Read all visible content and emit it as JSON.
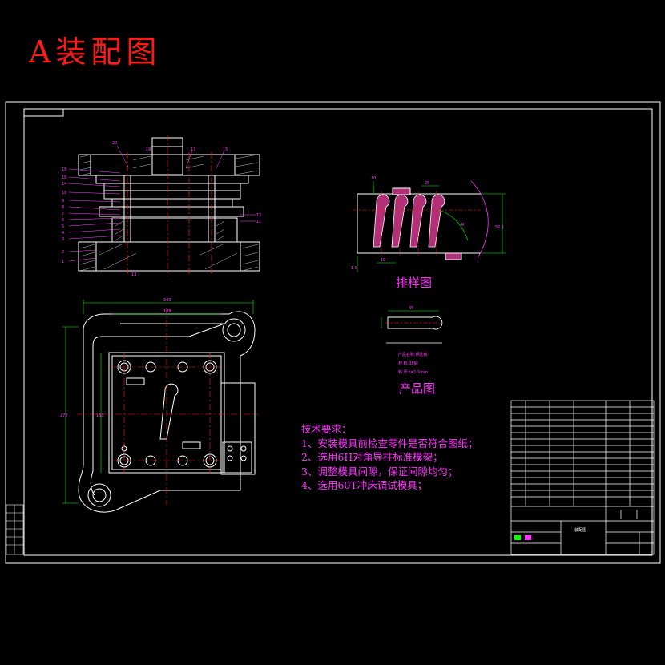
{
  "title": "A装配图",
  "layout_drawing_title": "排样图",
  "product_drawing_title": "产品图",
  "tech_requirements": {
    "heading": "技术要求：",
    "items": [
      "1、安装模具前检查零件是否符合图纸；",
      "2、选用6H对角导柱标准模架；",
      "3、调整模具间隙，保证间隙均匀；",
      "4、选用60T冲床调试模具；"
    ]
  },
  "colors": {
    "background": "#000000",
    "title": "#ff1a1a",
    "annotation": "#ff33ff",
    "outline": "#ffffff",
    "centerline": "#ff2020",
    "leader": "#ff44ff",
    "dimension": "#00ff00"
  }
}
